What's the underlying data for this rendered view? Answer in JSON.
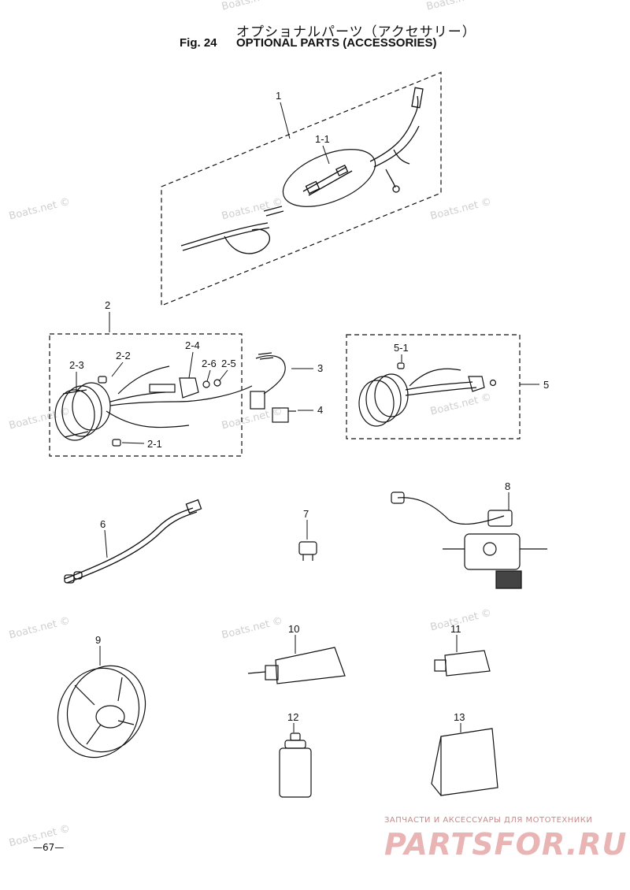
{
  "header": {
    "title_jp": "オプショナルパーツ（アクセサリー）",
    "fig_label": "Fig. 24",
    "title_en": "OPTIONAL PARTS (ACCESSORIES)"
  },
  "callouts": {
    "c1": "1",
    "c1_1": "1-1",
    "c2": "2",
    "c2_1": "2-1",
    "c2_2": "2-2",
    "c2_3": "2-3",
    "c2_4": "2-4",
    "c2_5": "2-5",
    "c2_6": "2-6",
    "c3": "3",
    "c4": "4",
    "c5": "5",
    "c5_1": "5-1",
    "c6": "6",
    "c7": "7",
    "c8": "8",
    "c9": "9",
    "c10": "10",
    "c11": "11",
    "c12": "12",
    "c13": "13"
  },
  "watermark": "Boats.net ©",
  "page_number": "—67—",
  "brand": {
    "tagline": "ЗАПЧАСТИ И АКСЕССУАРЫ ДЛЯ МОТОТЕХНИКИ",
    "logo": "PARTSFOR.RU"
  },
  "colors": {
    "ink": "#111111",
    "watermark": "#cfcfcf",
    "brand": "#e8b4b4"
  }
}
